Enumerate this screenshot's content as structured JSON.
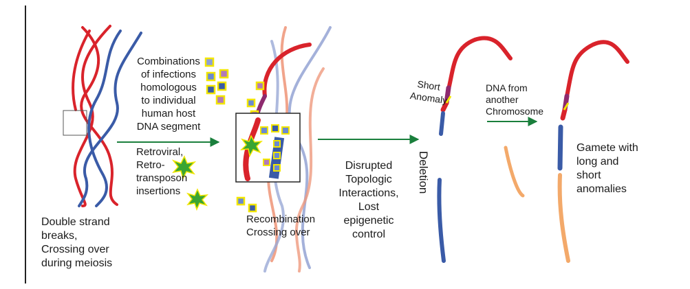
{
  "labels": {
    "double_strand": [
      "Double strand",
      "breaks,",
      "Crossing over",
      "during meiosis"
    ],
    "combinations": [
      "Combinations",
      "of infections",
      "homologous",
      "to individual",
      "human host",
      "DNA segment"
    ],
    "retroviral": [
      "Retroviral,",
      "Retro-",
      "transposon",
      "insertions"
    ],
    "recombination": [
      "Recombination",
      "Crossing over"
    ],
    "disrupted": [
      "Disrupted",
      "Topologic",
      "Interactions,",
      "Lost",
      "epigenetic",
      "control"
    ],
    "short_anomaly": [
      "Short",
      "Anomaly"
    ],
    "deletion": "Deletion",
    "dna_from": [
      "DNA from",
      "another",
      "Chromosome"
    ],
    "gamete": [
      "Gamete with",
      "long and",
      "short",
      "anomalies"
    ]
  },
  "colors": {
    "red": "#d9232b",
    "blue": "#3a5ba7",
    "salmon": "#ef9a7e",
    "light_blue": "#9aa9d6",
    "orange": "#f3a96a",
    "purple": "#8e2a6e",
    "arrow_green": "#1a7f3c",
    "star_green": "#3aa533",
    "square_yellow": "#f2e600"
  }
}
